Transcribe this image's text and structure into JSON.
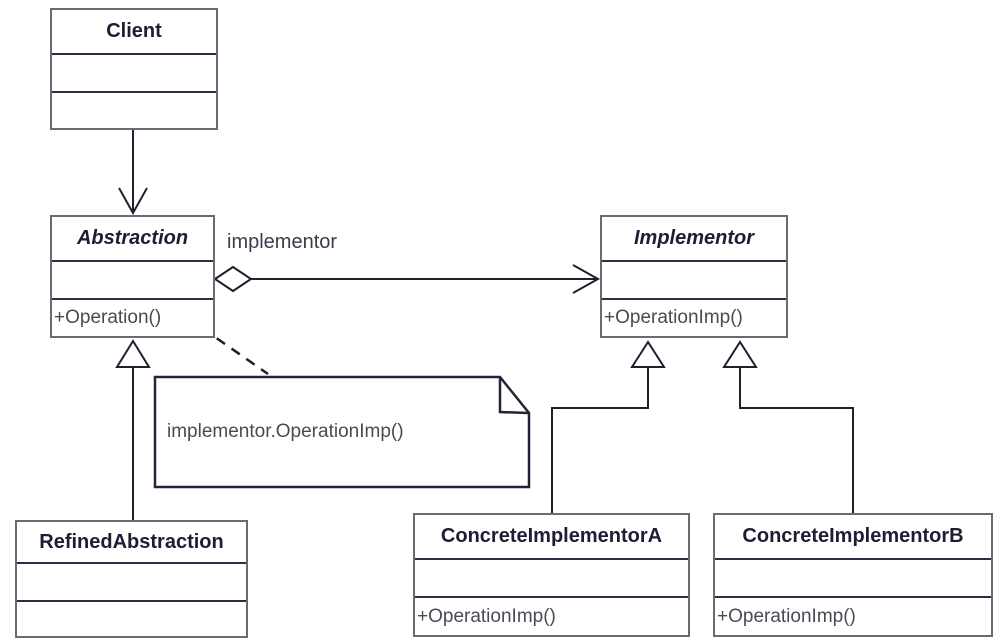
{
  "classes": {
    "client": {
      "name": "Client"
    },
    "abstraction": {
      "name": "Abstraction",
      "operations": "+Operation()"
    },
    "implementor": {
      "name": "Implementor",
      "operations": "+OperationImp()"
    },
    "refined_abstraction": {
      "name": "RefinedAbstraction"
    },
    "concrete_implementor_a": {
      "name": "ConcreteImplementorA",
      "operations": "+OperationImp()"
    },
    "concrete_implementor_b": {
      "name": "ConcreteImplementorB",
      "operations": "+OperationImp()"
    }
  },
  "labels": {
    "aggregation_role": "implementor"
  },
  "note": {
    "text": "implementor.OperationImp()"
  },
  "colors": {
    "line": "#1f1f2e",
    "box_border": "#6a6a74",
    "compartment_divider": "#2e2e42",
    "title_text": "#1d1d33",
    "method_text": "#4a4a55",
    "background": "#ffffff"
  }
}
